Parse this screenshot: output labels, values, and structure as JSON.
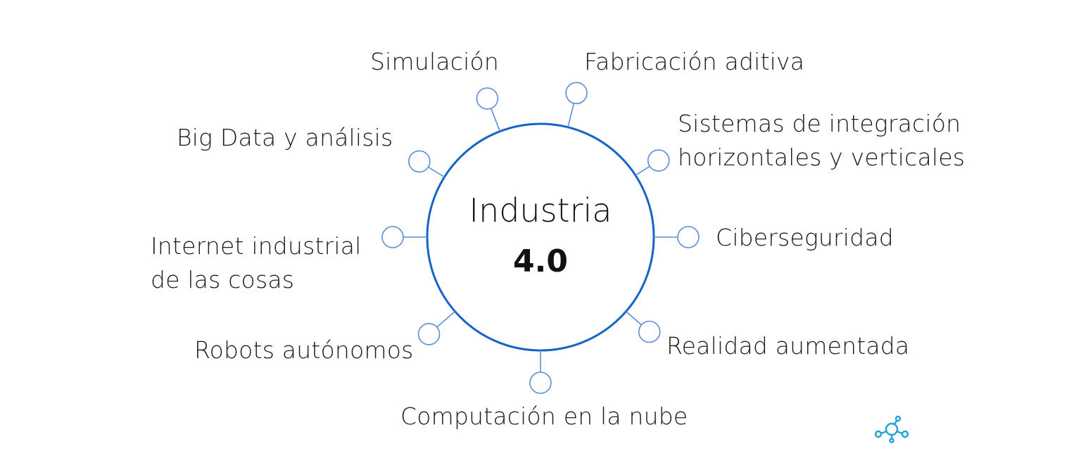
{
  "center": {
    "title": "Industria",
    "subtitle": "4.0"
  },
  "colors": {
    "ring": "#1565c8",
    "node": "#5a8fd6",
    "text": "#1c1c1c",
    "logo": "#1aa3d9"
  },
  "items": [
    {
      "id": "simulacion",
      "label": "Simulación"
    },
    {
      "id": "fabricacion",
      "label": "Fabricación aditiva"
    },
    {
      "id": "sistemas",
      "label": "Sistemas de integración\nhorizontales y verticales"
    },
    {
      "id": "ciberseguridad",
      "label": "Ciberseguridad"
    },
    {
      "id": "realidad",
      "label": "Realidad aumentada"
    },
    {
      "id": "nube",
      "label": "Computación en la nube"
    },
    {
      "id": "robots",
      "label": "Robots autónomos"
    },
    {
      "id": "iiot",
      "label": "Internet industrial\nde las cosas"
    },
    {
      "id": "bigdata",
      "label": "Big Data y análisis"
    }
  ],
  "logo_icon": "molecule-network-icon"
}
